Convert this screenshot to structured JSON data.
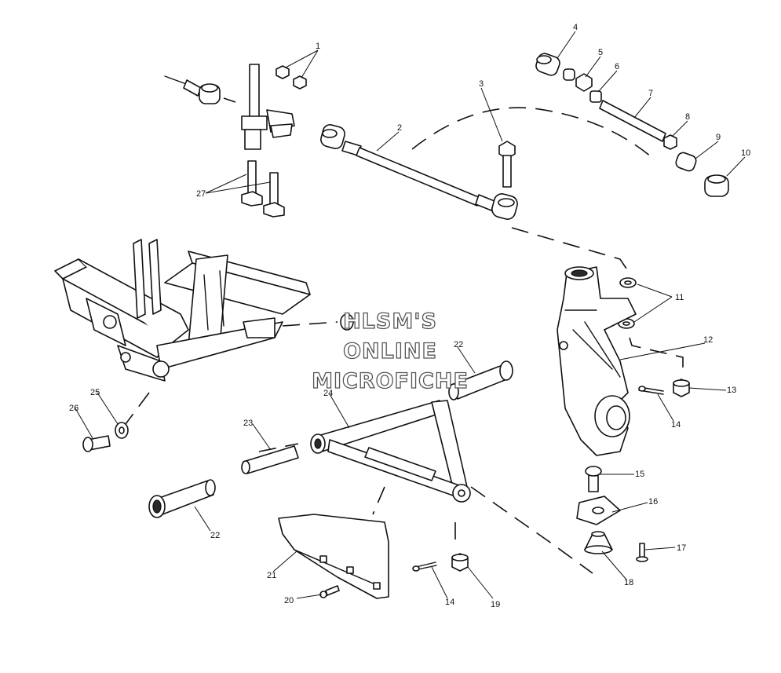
{
  "callouts": {
    "c1": "1",
    "c2": "2",
    "c3": "3",
    "c4": "4",
    "c5": "5",
    "c6": "6",
    "c7": "7",
    "c8": "8",
    "c9": "9",
    "c10": "10",
    "c11": "11",
    "c12": "12",
    "c13": "13",
    "c14a": "14",
    "c14b": "14",
    "c15": "15",
    "c16": "16",
    "c17": "17",
    "c18": "18",
    "c19": "19",
    "c20": "20",
    "c21": "21",
    "c22a": "22",
    "c22b": "22",
    "c23": "23",
    "c24": "24",
    "c25": "25",
    "c26": "26",
    "c27": "27"
  },
  "watermark": {
    "line1": "HLSM'S",
    "line2": "ONLINE",
    "line3": "MICROFICHE"
  }
}
